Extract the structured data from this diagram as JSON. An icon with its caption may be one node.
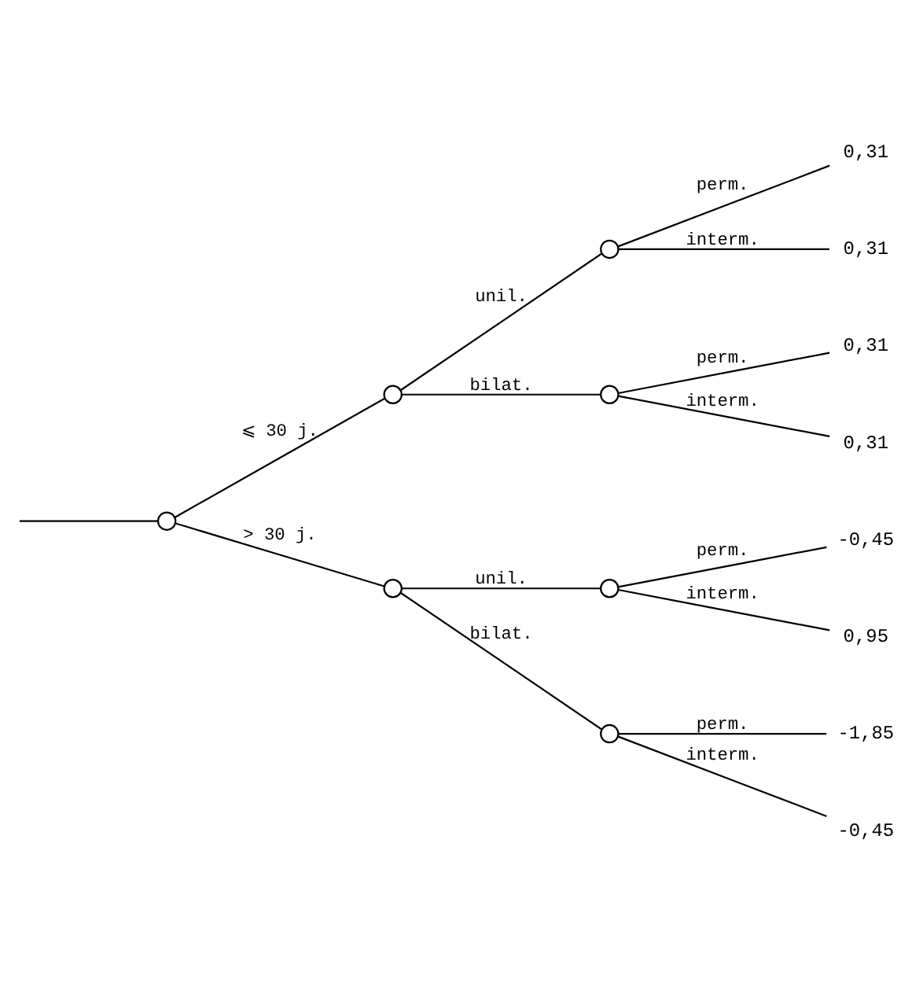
{
  "diagram": {
    "nodes": [
      {
        "text": [],
        "shape": "circle"
      },
      {
        "text": [],
        "shape": "circle"
      },
      {
        "text": [],
        "shape": "circle"
      },
      {
        "text": [
          "0,31"
        ]
      },
      {
        "text": [
          "0,31"
        ]
      },
      {
        "text": [],
        "shape": "circle"
      },
      {
        "text": [
          "0,31"
        ]
      },
      {
        "text": [
          "0,31"
        ]
      },
      {
        "text": [],
        "shape": "circle"
      },
      {
        "text": [],
        "shape": "circle"
      },
      {
        "text": [
          "-0,45"
        ]
      },
      {
        "text": [
          "0,95"
        ]
      },
      {
        "text": [],
        "shape": "circle"
      },
      {
        "text": [
          "-1,85"
        ]
      },
      {
        "text": [
          "-0,45"
        ]
      }
    ],
    "edges": [
      {
        "from": null,
        "to": 0,
        "arrow": "none"
      },
      {
        "from": 0,
        "to": 1,
        "label": "⩽ 30 j.",
        "arrow": "none"
      },
      {
        "from": 1,
        "to": 2,
        "label": "unil.",
        "arrow": "none"
      },
      {
        "from": 2,
        "to": 3,
        "label": "perm.",
        "arrow": "none"
      },
      {
        "from": 2,
        "to": 4,
        "label": "interm.",
        "arrow": "none"
      },
      {
        "from": 1,
        "to": 5,
        "label": "bilat.",
        "arrow": "none"
      },
      {
        "from": 5,
        "to": 6,
        "label": "perm.",
        "arrow": "none"
      },
      {
        "from": 5,
        "to": 7,
        "label": "interm.",
        "arrow": "none"
      },
      {
        "from": 0,
        "to": 8,
        "label": "> 30 j.",
        "arrow": "none"
      },
      {
        "from": 8,
        "to": 9,
        "label": "unil.",
        "arrow": "none"
      },
      {
        "from": 9,
        "to": 10,
        "label": "perm.",
        "arrow": "none"
      },
      {
        "from": 9,
        "to": 11,
        "label": "interm.",
        "arrow": "none"
      },
      {
        "from": 8,
        "to": 12,
        "label": "bilat.",
        "arrow": "none"
      },
      {
        "from": 12,
        "to": 13,
        "label": "perm.",
        "arrow": "none"
      },
      {
        "from": 12,
        "to": 14,
        "label": "interm.",
        "arrow": "none"
      }
    ]
  }
}
